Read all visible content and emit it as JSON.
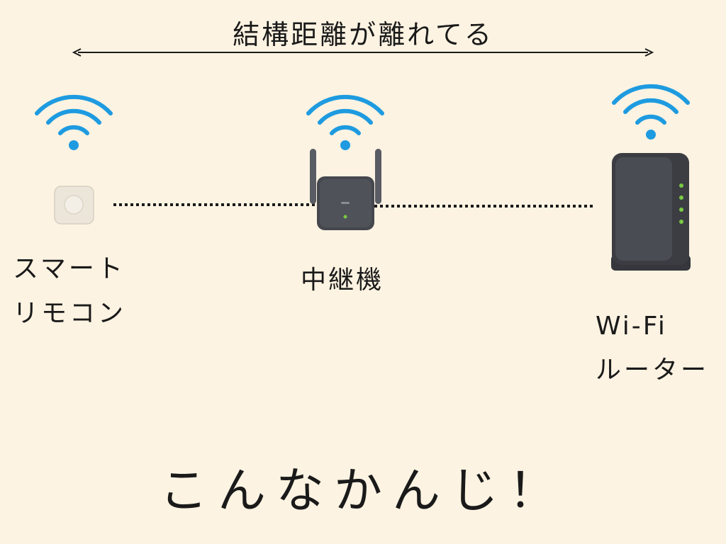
{
  "distance_label": "結構距離が離れてる",
  "devices": {
    "remote": {
      "label_line1": "スマート",
      "label_line2": "リモコン",
      "icon": "smart-remote-icon"
    },
    "repeater": {
      "label": "中継機",
      "icon": "wifi-repeater-icon"
    },
    "router": {
      "label_line1": "Wi-Fi",
      "label_line2": "ルーター",
      "icon": "wifi-router-icon"
    }
  },
  "caption": "こんなかんじ！",
  "colors": {
    "background": "#fdf3e2",
    "wifi_signal": "#1e9be0",
    "device_dark": "#45474e",
    "led_green": "#7ac943",
    "remote_body": "#ece6da",
    "text": "#1a1a1a"
  }
}
